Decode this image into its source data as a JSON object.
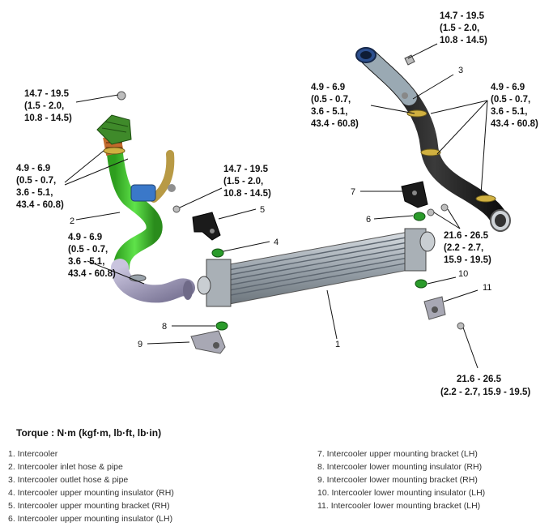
{
  "callouts": {
    "top_center": [
      "14.7 - 19.5",
      "(1.5 - 2.0,",
      "10.8 - 14.5)"
    ],
    "top_left": [
      "14.7 - 19.5",
      "(1.5 - 2.0,",
      "10.8 - 14.5)"
    ],
    "mid_center": [
      "14.7 - 19.5",
      "(1.5 - 2.0,",
      "10.8 - 14.5)"
    ],
    "left_clamp": [
      "4.9 - 6.9",
      "(0.5 - 0.7,",
      "3.6 - 5.1,",
      "43.4 - 60.8)"
    ],
    "left_lower_clamp": [
      "4.9 - 6.9",
      "(0.5 - 0.7,",
      "3.6 - 5.1,",
      "43.4 - 60.8)"
    ],
    "right_upper_clamp": [
      "4.9 - 6.9",
      "(0.5 - 0.7,",
      "3.6 - 5.1,",
      "43.4 - 60.8)"
    ],
    "right_clamp": [
      "4.9 - 6.9",
      "(0.5 - 0.7,",
      "3.6 - 5.1,",
      "43.4 - 60.8)"
    ],
    "right_bolt": [
      "21.6 - 26.5",
      "(2.2 - 2.7,",
      "15.9 - 19.5)"
    ],
    "bottom_bolt": [
      "21.6 - 26.5",
      "(2.2 - 2.7, 15.9 - 19.5)"
    ]
  },
  "part_numbers": [
    "1",
    "2",
    "3",
    "4",
    "5",
    "6",
    "7",
    "8",
    "9",
    "10",
    "11"
  ],
  "torque_unit": "Torque : N·m (kgf·m, lb·ft, lb·in)",
  "legend": [
    "1. Intercooler",
    "2. Intercooler inlet hose & pipe",
    "3. Intercooler outlet hose & pipe",
    "4. Intercooler upper mounting insulator (RH)",
    "5. Intercooler upper mounting bracket (RH)",
    "6. Intercooler upper mounting insulator (LH)",
    "7. Intercooler upper mounting bracket (LH)",
    "8. Intercooler lower mounting insulator (RH)",
    "9. Intercooler lower mounting bracket (RH)",
    "10. Intercooler lower mounting insulator (LH)",
    "11. Intercooler lower mounting bracket (LH)"
  ],
  "colors": {
    "inlet_pipe": "#3fcf2a",
    "outlet_pipe": "#1c1c1c",
    "intercooler_core": "#9aa9b3",
    "insulator": "#2a9b2a",
    "bracket": "#9e9e9e"
  }
}
